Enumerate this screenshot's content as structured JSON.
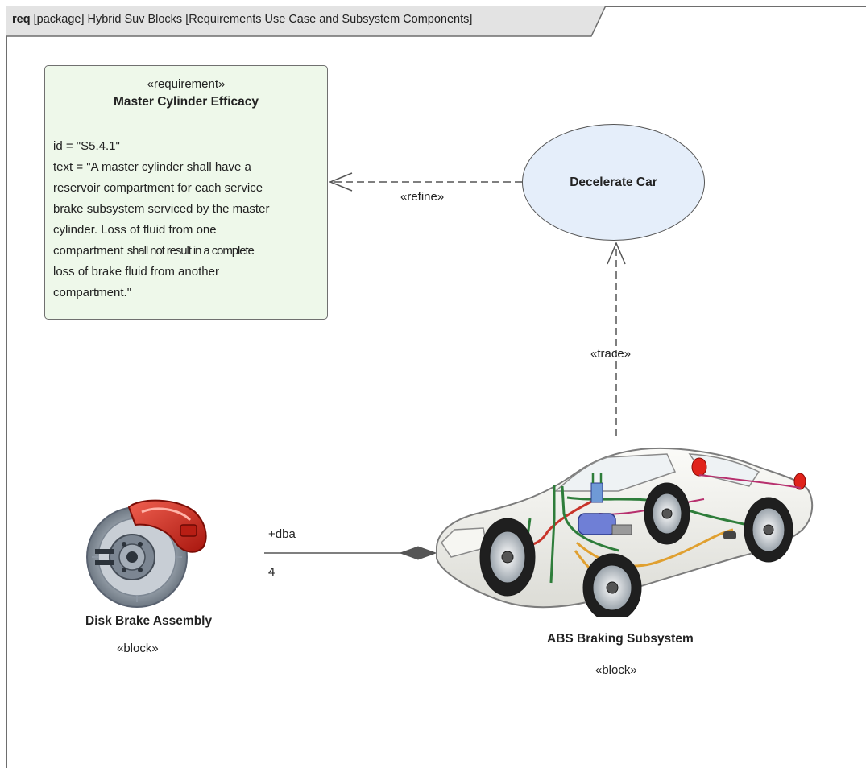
{
  "frame": {
    "keyword": "req",
    "title": " [package] Hybrid Suv Blocks [Requirements Use Case and Subsystem Components]"
  },
  "requirement": {
    "stereotype": "«requirement»",
    "name": "Master Cylinder Efficacy",
    "lines": [
      "id = \"S5.4.1\"",
      "text = \"A master cylinder shall have a",
      "reservoir compartment for each service",
      "brake subsystem serviced by the master",
      "cylinder. Loss of fluid from one"
    ],
    "line6_start": "compartment ",
    "line6_condensed": "shall not result in a complete",
    "lines_end": [
      "loss of brake fluid from another",
      "compartment.\""
    ]
  },
  "use_case": {
    "name": "Decelerate Car"
  },
  "connectors": {
    "refine_label": "«refine»",
    "trace_label": "«trace»",
    "composition_role": "+dba",
    "composition_multiplicity": "4"
  },
  "blocks": {
    "disk_brake": {
      "name": "Disk Brake Assembly",
      "stereotype": "«block»",
      "icon": "disk-brake-image"
    },
    "abs": {
      "name": "ABS Braking Subsystem",
      "stereotype": "«block»",
      "icon": "car-abs-image"
    }
  },
  "colors": {
    "requirement_fill": "#eef8ea",
    "use_case_fill": "#e5eefa",
    "frame_tab": "#e3e3e3",
    "caliper_red": "#d8281c"
  }
}
